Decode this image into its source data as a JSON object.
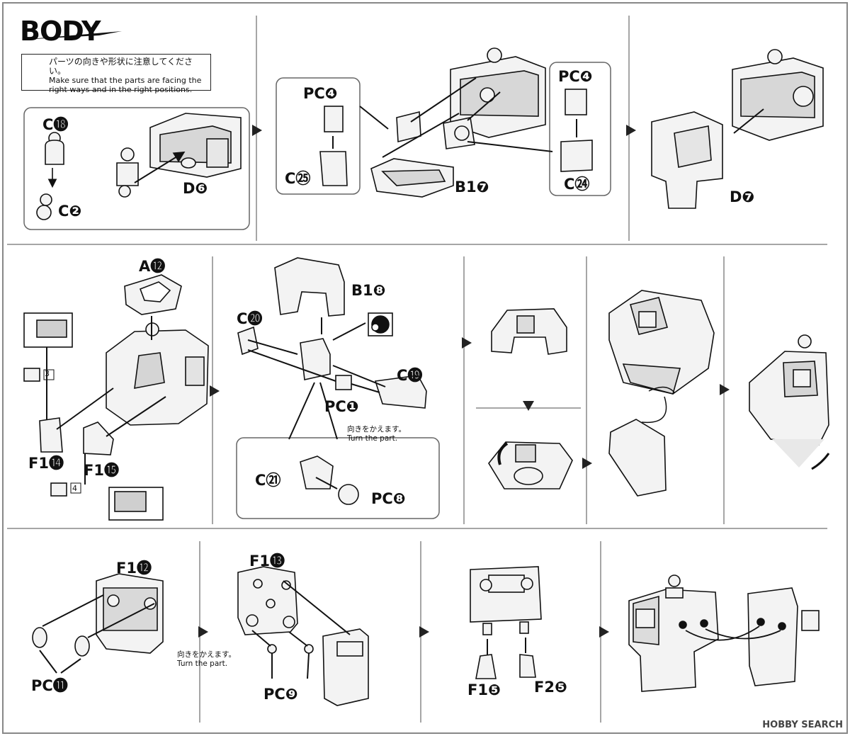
{
  "section_title": "BODY",
  "note": {
    "jp": "パーツの向きや形状に注意してください。",
    "en": "Make sure that the parts are facing the right ways and in the right positions."
  },
  "row1": {
    "step1": {
      "part_top": "C⓲",
      "part_bottom": "C❷",
      "frame": "D❻"
    },
    "step2": {
      "part_pc_top": "PC❹",
      "part_c_bottom": "C㉕",
      "frame": "B1❼",
      "part_pc_right": "PC❹",
      "part_c_right": "C㉔"
    },
    "step3": {
      "frame": "D❼"
    }
  },
  "row2": {
    "step1": {
      "part_top": "A⓬",
      "part_left": "F1⓮",
      "part_right": "F1⓯",
      "num_a": "3",
      "num_b": "4"
    },
    "step2": {
      "part_top": "B1❽",
      "part_left": "C⓴",
      "part_right": "C⓳",
      "part_pc": "PC❶",
      "turn_jp": "向きをかえます。",
      "turn_en": "Turn the part.",
      "inset_c": "C㉑",
      "inset_pc": "PC❽"
    }
  },
  "row3": {
    "step1": {
      "part_top": "F1⓬",
      "part_pc": "PC⓫"
    },
    "step2": {
      "part_top": "F1⓭",
      "part_pc": "PC❾",
      "turn_jp": "向きをかえます。",
      "turn_en": "Turn the part."
    },
    "step3": {
      "part_left": "F1❺",
      "part_right": "F2❺"
    }
  },
  "watermark": "HOBBY SEARCH"
}
